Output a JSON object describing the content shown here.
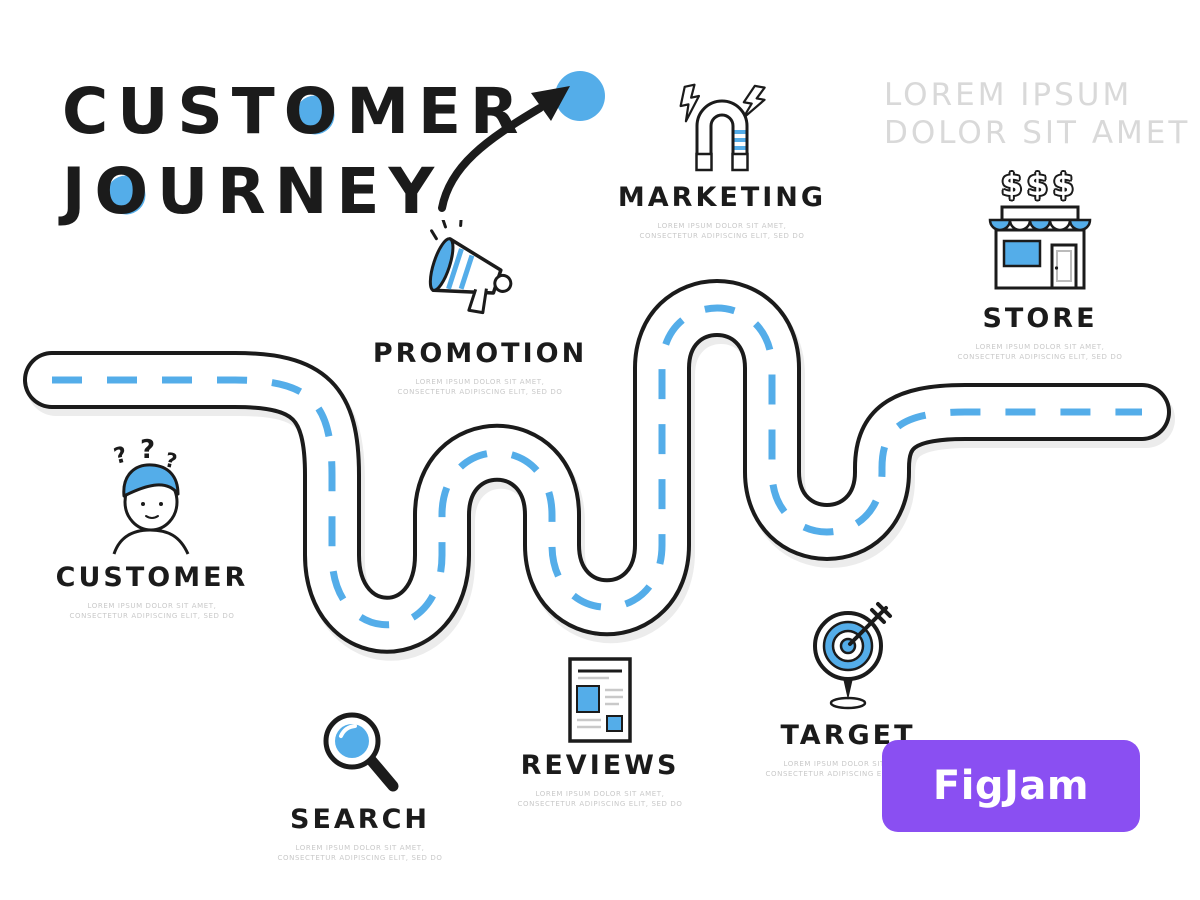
{
  "colors": {
    "accent": "#54ade9",
    "ink": "#1b1b1b",
    "muted": "#c9c9c9",
    "watermark": "#d9d9d9",
    "badge": "#8a4ff2",
    "road_shadow": "#ececec"
  },
  "title": {
    "line1": "CUSTOMER",
    "line2": "JOURNEY"
  },
  "watermark": {
    "line1": "LOREM IPSUM",
    "line2": "DOLOR SIT AMET"
  },
  "badge": {
    "label": "FigJam"
  },
  "stations": [
    {
      "id": "customer",
      "label": "CUSTOMER",
      "icon": "confused-customer-icon",
      "caption1": "LOREM IPSUM DOLOR SIT AMET,",
      "caption2": "CONSECTETUR ADIPISCING ELIT, SED DO"
    },
    {
      "id": "search",
      "label": "SEARCH",
      "icon": "magnifier-search-icon",
      "caption1": "LOREM IPSUM DOLOR SIT AMET,",
      "caption2": "CONSECTETUR ADIPISCING ELIT, SED DO"
    },
    {
      "id": "promotion",
      "label": "PROMOTION",
      "icon": "megaphone-icon",
      "caption1": "LOREM IPSUM DOLOR SIT AMET,",
      "caption2": "CONSECTETUR ADIPISCING ELIT, SED DO"
    },
    {
      "id": "reviews",
      "label": "REVIEWS",
      "icon": "review-document-icon",
      "caption1": "LOREM IPSUM DOLOR SIT AMET,",
      "caption2": "CONSECTETUR ADIPISCING ELIT, SED DO"
    },
    {
      "id": "marketing",
      "label": "MARKETING",
      "icon": "magnet-icon",
      "caption1": "LOREM IPSUM DOLOR SIT AMET,",
      "caption2": "CONSECTETUR ADIPISCING ELIT, SED DO"
    },
    {
      "id": "target",
      "label": "TARGET",
      "icon": "dartboard-target-icon",
      "caption1": "LOREM IPSUM DOLOR SIT AMET,",
      "caption2": "CONSECTETUR ADIPISCING ELIT, SED DO"
    },
    {
      "id": "store",
      "label": "STORE",
      "icon": "storefront-icon",
      "dollars": "$$$",
      "caption1": "LOREM IPSUM DOLOR SIT AMET,",
      "caption2": "CONSECTETUR ADIPISCING ELIT, SED DO"
    }
  ]
}
